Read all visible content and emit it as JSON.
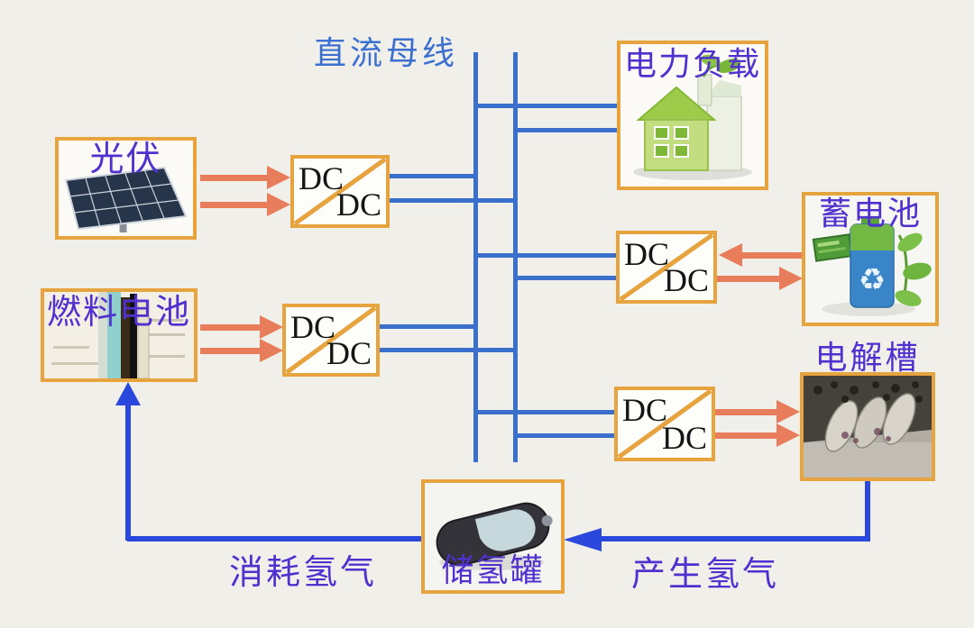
{
  "bus": {
    "label": "直流母线"
  },
  "components": {
    "pv": {
      "label": "光伏"
    },
    "fuel_cell": {
      "label": "燃料电池"
    },
    "load": {
      "label": "电力负载"
    },
    "battery": {
      "label": "蓄电池"
    },
    "electrolyzer": {
      "label": "电解槽"
    },
    "tank": {
      "label": "储氢罐"
    }
  },
  "converter": {
    "top": "DC",
    "bottom": "DC"
  },
  "flows": {
    "consume": "消耗氢气",
    "produce": "产生氢气"
  },
  "colors": {
    "background": "#f0efea",
    "box_border": "#e6a33e",
    "bus_blue": "#3a70cc",
    "hydrogen_blue": "#2b48dd",
    "power_arrow_orange": "#e87d5c",
    "component_label_purple": "#5130d0",
    "bus_label_blue": "#3c70d0",
    "dc_text_black": "#151515"
  },
  "edges": [
    {
      "from": "光伏",
      "to": "DC/DC",
      "kind": "power",
      "direction": "one-way"
    },
    {
      "from": "燃料电池",
      "to": "DC/DC",
      "kind": "power",
      "direction": "one-way"
    },
    {
      "from": "直流母线",
      "to": "电力负载",
      "kind": "power",
      "direction": "one-way"
    },
    {
      "from": "蓄电池",
      "to": "DC/DC",
      "kind": "power",
      "direction": "bidirectional"
    },
    {
      "from": "DC/DC",
      "to": "电解槽",
      "kind": "power",
      "direction": "one-way"
    },
    {
      "from": "电解槽",
      "to": "储氢罐",
      "kind": "hydrogen",
      "label": "产生氢气"
    },
    {
      "from": "储氢罐",
      "to": "燃料电池",
      "kind": "hydrogen",
      "label": "消耗氢气"
    }
  ]
}
